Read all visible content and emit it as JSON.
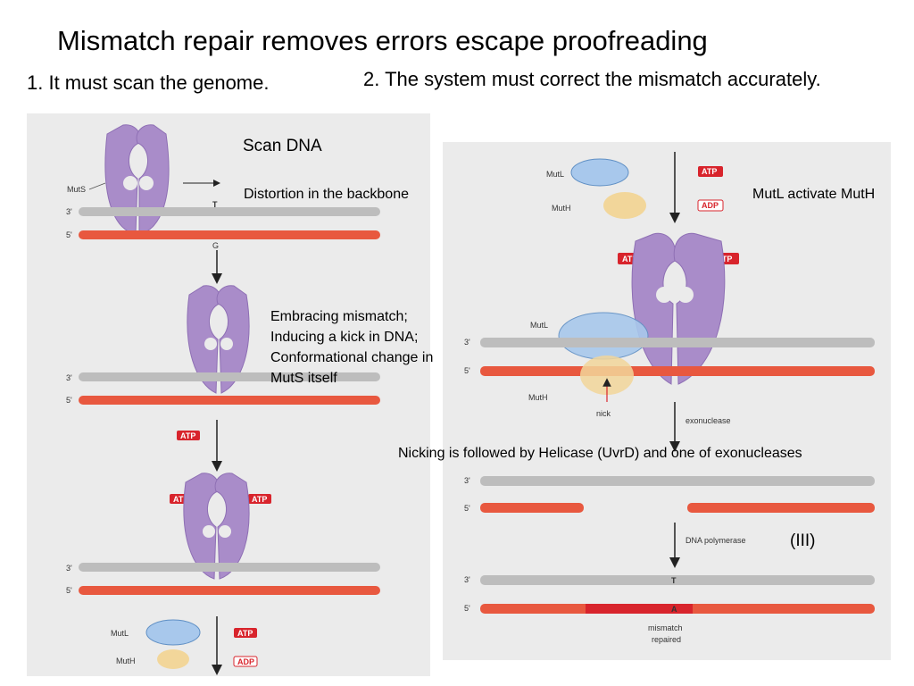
{
  "title": "Mismatch repair removes errors escape proofreading",
  "headings": {
    "point1": "1. It must scan the genome.",
    "point2": "2. The system must correct the mismatch accurately."
  },
  "annotations": {
    "scan_dna": "Scan DNA",
    "distortion": "Distortion in the backbone",
    "embracing": [
      "Embracing mismatch;",
      "Inducing a kick in DNA;",
      "Conformational change in",
      "MutS itself"
    ],
    "mutl_activate": "MutL activate MutH",
    "nicking": "Nicking is followed by Helicase (UvrD) and one of exonucleases",
    "pol_iii": "(III)"
  },
  "figure_labels": {
    "muts": "MutS",
    "mutl": "MutL",
    "muth": "MutH",
    "atp": "ATP",
    "adp": "ADP",
    "three_prime": "3'",
    "five_prime": "5'",
    "base_t": "T",
    "base_g": "G",
    "base_a": "A",
    "nick": "nick",
    "exonuclease": "exonuclease",
    "dna_polymerase": "DNA polymerase",
    "mismatch_repaired": [
      "mismatch",
      "repaired"
    ]
  },
  "colors": {
    "strand_top": "#bdbdbd",
    "strand_bottom": "#e8583f",
    "muts_protein": "#a98cc9",
    "mutl_protein": "#a8c8ec",
    "muth_protein": "#f2d69a",
    "atp_badge": "#d8242c",
    "panel_bg": "#ebebeb"
  }
}
